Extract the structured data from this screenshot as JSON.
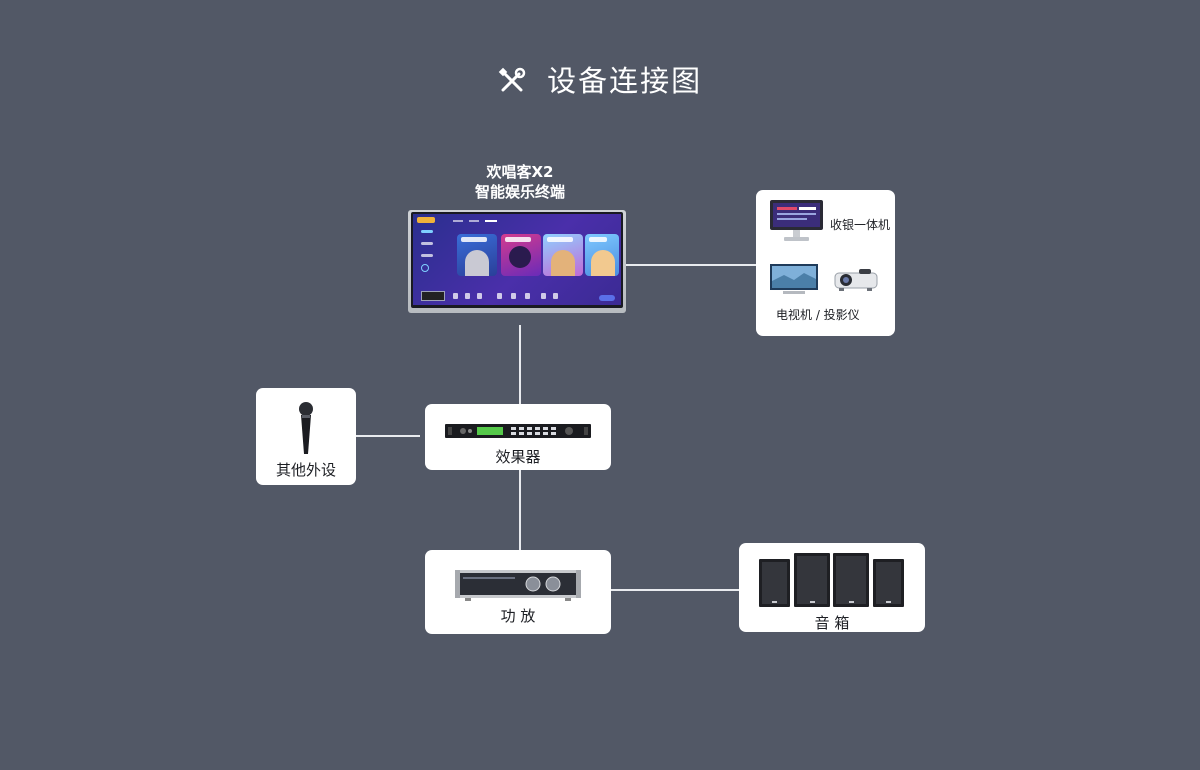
{
  "header": {
    "title": "设备连接图",
    "icon": "tools-icon"
  },
  "terminal": {
    "line1": "欢唱客X2",
    "line2": "智能娱乐终端"
  },
  "display_group": {
    "pos_label": "收银一体机",
    "tv_label": "电视机 / 投影仪"
  },
  "peripherals": {
    "label": "其他外设"
  },
  "effects": {
    "label": "效果器"
  },
  "amplifier": {
    "label": "功 放"
  },
  "speakers": {
    "label": "音 箱"
  },
  "colors": {
    "background": "#525866",
    "card": "#ffffff",
    "wire": "#e9ebef",
    "screen_accent": "#4a2faa"
  }
}
